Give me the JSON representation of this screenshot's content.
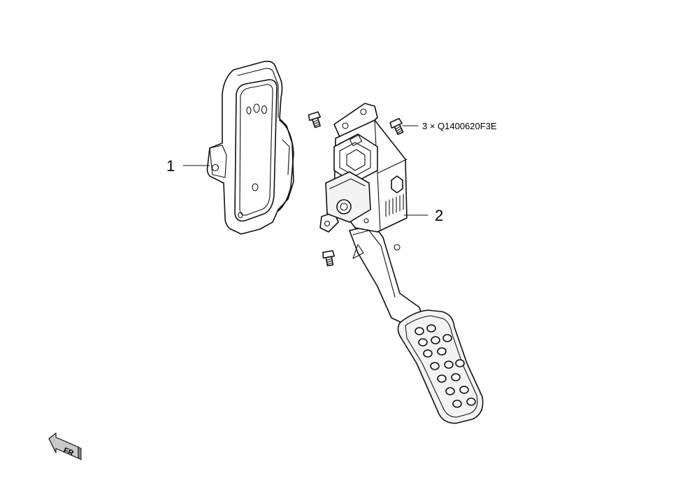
{
  "callouts": {
    "part1": "1",
    "part2": "2",
    "bolts": "3 × Q1400620F3E"
  },
  "orientation": {
    "label": "FR"
  },
  "icons": {
    "direction": "front-direction-arrow-icon",
    "bolt": "bolt-icon"
  }
}
